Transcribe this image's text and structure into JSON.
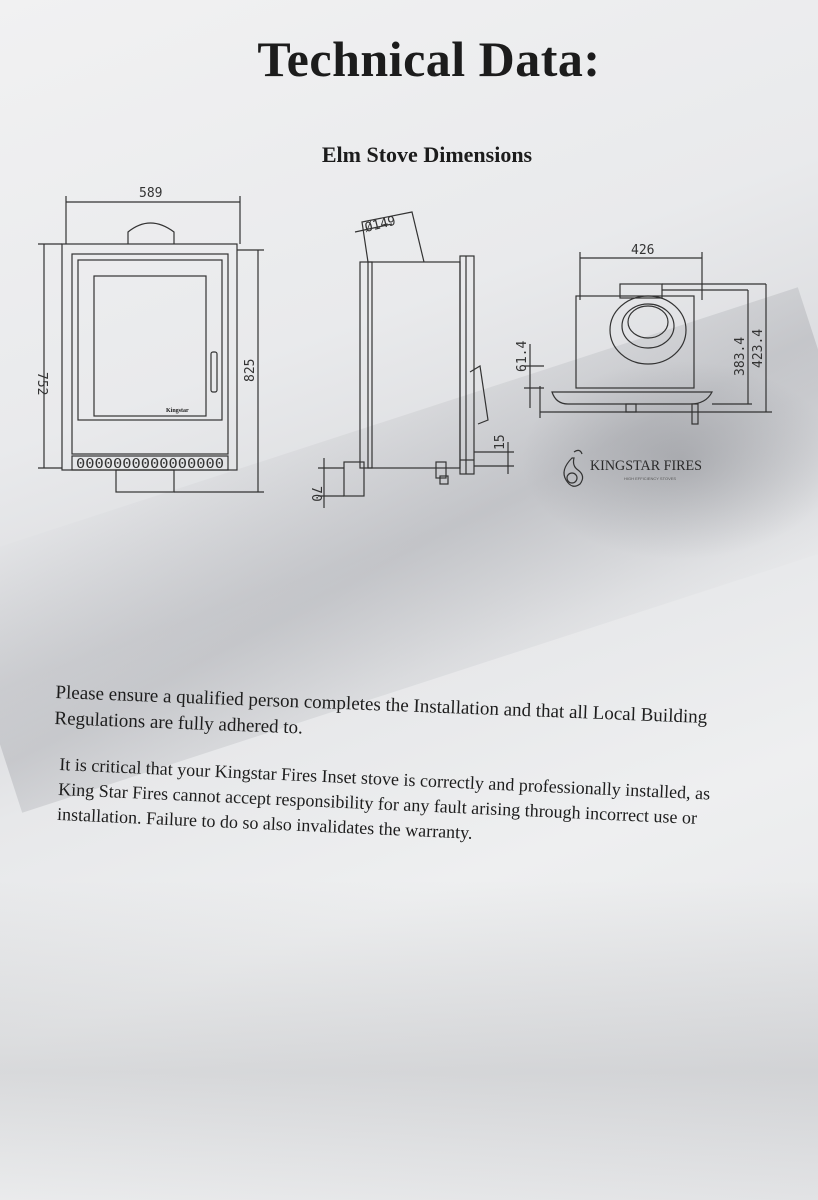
{
  "document": {
    "title": "Technical Data:",
    "subtitle": "Elm Stove Dimensions"
  },
  "diagram": {
    "front_view": {
      "width": "589",
      "height": "752",
      "overall_height": "825",
      "plate_text": "Kingstar",
      "vent_text": "0000000000000000"
    },
    "side_view": {
      "flue_diameter": "Ø149",
      "dim_top": "61.4",
      "dim_bottom": "15",
      "dim_feet": "70"
    },
    "top_view": {
      "width": "426",
      "depth_inner": "383.4",
      "depth_outer": "423.4"
    },
    "logo": {
      "name": "KINGSTAR FIRES",
      "tagline": "HIGH EFFICIENCY STOVES"
    }
  },
  "paragraphs": [
    "Please ensure a qualified person completes the Installation and that all Local Building Regulations are fully adhered to.",
    "It is critical that your Kingstar Fires Inset stove is correctly and professionally installed, as King Star Fires cannot accept responsibility for any fault arising through incorrect use or installation. Failure to do so also invalidates the warranty."
  ]
}
